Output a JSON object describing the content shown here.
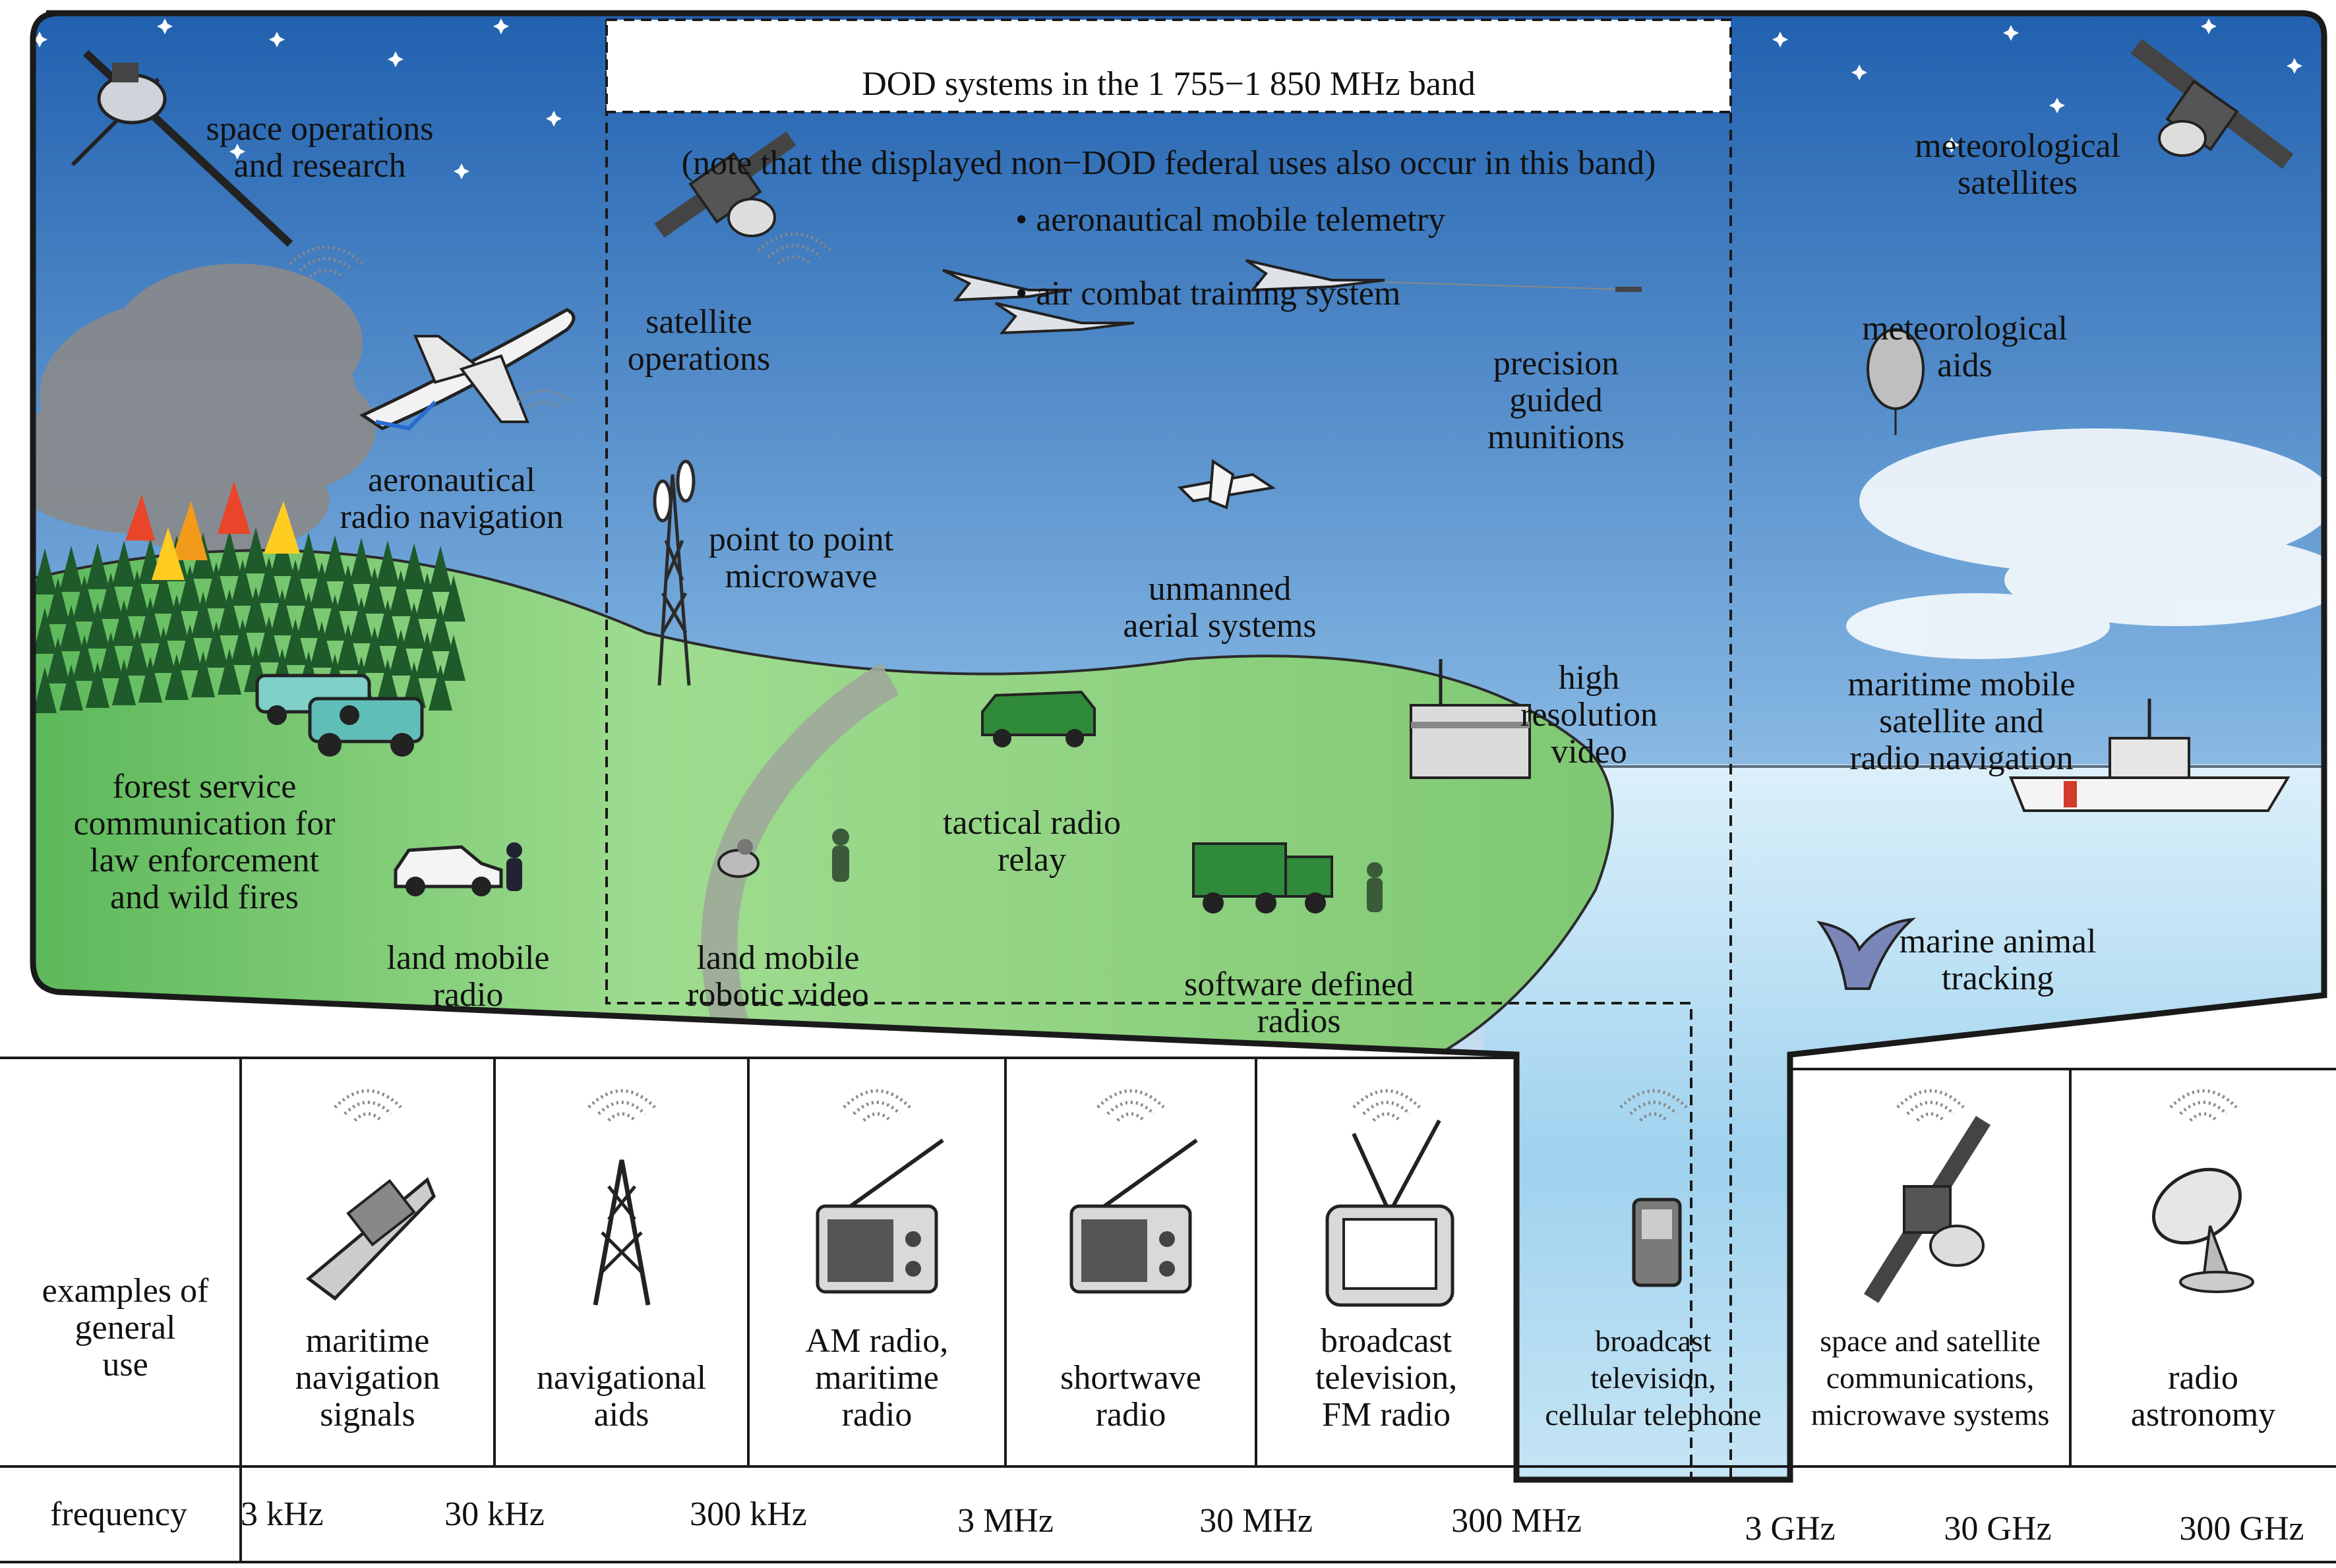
{
  "dod_box": {
    "title_line1": "DOD systems in the 1 755−1 850 MHz band",
    "title_line2": "(note that the displayed non−DOD federal uses also occur in this band)",
    "bullets": [
      "aeronautical mobile telemetry",
      "air combat training system"
    ]
  },
  "scene_labels": {
    "space_ops": [
      "space operations",
      "and research"
    ],
    "aero_radio_nav": [
      "aeronautical",
      "radio navigation"
    ],
    "forest_service": [
      "forest service",
      "communication for",
      "law enforcement",
      "and wild fires"
    ],
    "land_mobile_radio": [
      "land mobile",
      "radio"
    ],
    "satellite_ops": [
      "satellite",
      "operations"
    ],
    "point_to_point": [
      "point to point",
      "microwave"
    ],
    "precision_guided": [
      "precision",
      "guided",
      "munitions"
    ],
    "unmanned": [
      "unmanned",
      "aerial systems"
    ],
    "high_res_video": [
      "high",
      "resolution",
      "video"
    ],
    "tactical_radio": [
      "tactical radio",
      "relay"
    ],
    "land_mobile_robotic": [
      "land mobile",
      "robotic video"
    ],
    "software_defined": [
      "software defined",
      "radios"
    ],
    "met_satellites": [
      "meteorological",
      "satellites"
    ],
    "met_aids": [
      "meteorological",
      "aids"
    ],
    "maritime_mobile": [
      "maritime mobile",
      "satellite and",
      "radio navigation"
    ],
    "marine_animal": [
      "marine animal",
      "tracking"
    ]
  },
  "bottom_table": {
    "row_header_examples": [
      "examples of",
      "general",
      "use"
    ],
    "row_header_frequency": "frequency",
    "cells": [
      {
        "label": [
          "maritime",
          "navigation",
          "signals"
        ],
        "icon": "cargo-ship-icon"
      },
      {
        "label": [
          "navigational",
          "aids"
        ],
        "icon": "radio-tower-icon"
      },
      {
        "label": [
          "AM radio,",
          "maritime",
          "radio"
        ],
        "icon": "radio-icon"
      },
      {
        "label": [
          "shortwave",
          "radio"
        ],
        "icon": "radio-icon"
      },
      {
        "label": [
          "broadcast",
          "television,",
          "FM radio"
        ],
        "icon": "television-icon"
      },
      {
        "label": [
          "broadcast",
          "television,",
          "cellular telephone"
        ],
        "icon": "cell-phone-icon"
      },
      {
        "label": [
          "space and satellite",
          "communications,",
          "microwave systems"
        ],
        "icon": "satellite-icon"
      },
      {
        "label": [
          "radio",
          "astronomy"
        ],
        "icon": "radio-telescope-icon"
      }
    ],
    "frequencies": [
      "3 kHz",
      "30 kHz",
      "300 kHz",
      "3 MHz",
      "30 MHz",
      "300 MHz",
      "3 GHz",
      "30 GHz",
      "300 GHz"
    ]
  },
  "colors": {
    "sky_top": "#1f5fae",
    "sky_bottom": "#f2f6fb",
    "grass": "#8ed37f",
    "water": "#bfe3f3",
    "tree": "#1f5a2b",
    "frame": "#1a1a1a"
  }
}
